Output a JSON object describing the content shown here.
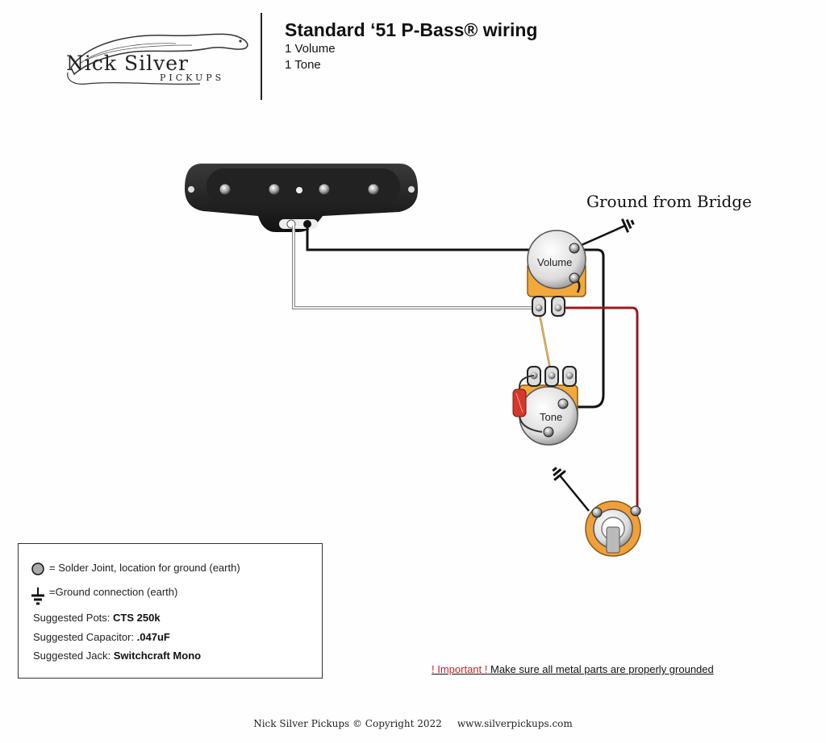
{
  "brand": {
    "name": "Nick Silver",
    "sub": "Pickups"
  },
  "header": {
    "title": "Standard ‘51 P-Bass® wiring",
    "line1": "1 Volume",
    "line2": "1 Tone"
  },
  "diagram": {
    "ground_label": "Ground from Bridge",
    "volume_label": "Volume",
    "tone_label": "Tone",
    "colors": {
      "ground_wire": "#111111",
      "hot_wire": "#9a1b1b",
      "white_wire": "#eeeeee",
      "pot_body": "#f2a93b",
      "jack_ring": "#f0a03a",
      "cap": "#d23a2b"
    }
  },
  "legend": {
    "solder": "= Solder Joint, location for ground (earth)",
    "ground": "=Ground connection (earth)",
    "pots_label": "Suggested Pots: ",
    "pots_value": "CTS 250k",
    "cap_label": "Suggested Capacitor: ",
    "cap_value": ".047uF",
    "jack_label": "Suggested Jack: ",
    "jack_value": "Switchcraft Mono"
  },
  "note": {
    "warn": "! Important !",
    "text": " Make sure all metal parts are properly grounded"
  },
  "footer": {
    "text": "Nick Silver Pickups © Copyright 2022     www.silverpickups.com"
  }
}
